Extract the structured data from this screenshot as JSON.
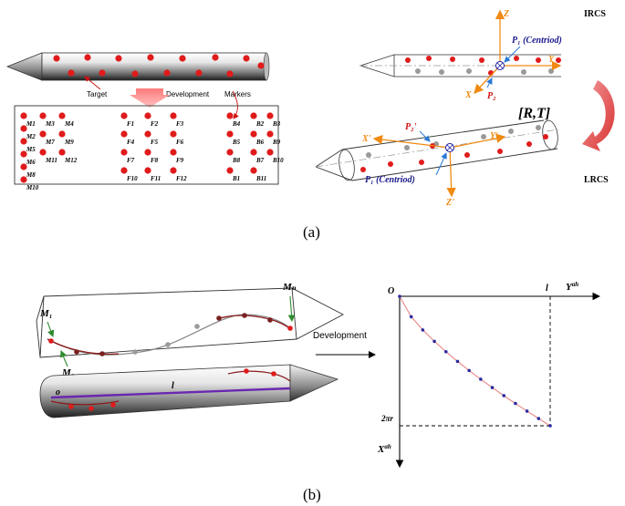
{
  "panel_a": {
    "caption": "(a)",
    "labels": {
      "target": "Target",
      "development": "Development",
      "markers": "Markers"
    },
    "grid_groups": {
      "M": [
        [
          "M1",
          "M2",
          "M5",
          "M6",
          "M8",
          "M10"
        ],
        [
          "M3",
          "M7",
          "M11"
        ],
        [
          "M4",
          "M9",
          "M12"
        ]
      ],
      "F": [
        [
          "F1",
          "F4",
          "F7",
          "F10"
        ],
        [
          "F2",
          "F5",
          "F8",
          "F11"
        ],
        [
          "F3",
          "F6",
          "F9",
          "F12"
        ]
      ],
      "B": [
        [
          "B4",
          "B5",
          "B8",
          "B1"
        ],
        [
          "B2",
          "B6",
          "B7",
          "B11"
        ],
        [
          "B3",
          "B9",
          "B10"
        ]
      ]
    },
    "irc": {
      "frame_label": "IRCS",
      "axis_z": "Z",
      "axis_y": "Y",
      "axis_x": "X",
      "p1": "P₁ (Centriod)",
      "p2": "P₂"
    },
    "lrc": {
      "frame_label": "LRCS",
      "axis_z": "Z'",
      "axis_y": "Y'",
      "axis_x": "X'",
      "p1": "P₁ (Centriod)",
      "p2": "P₂'"
    },
    "transform": "[R,T]"
  },
  "panel_b": {
    "caption": "(b)",
    "labels": {
      "m1": "M₁",
      "m2": "M₂",
      "mn": "Mₙ",
      "o": "o",
      "l": "l",
      "development": "Development"
    },
    "plot": {
      "origin": "O",
      "x_axis": "Y",
      "x_axis_sup": "ah",
      "y_axis": "X",
      "y_axis_sup": "ah",
      "x_mark": "l",
      "y_mark": "2πr"
    }
  },
  "colors": {
    "marker_red": "#e01b1b",
    "marker_gray": "#9a9a9a",
    "axis_orange": "#f08a12",
    "label_blue": "#1a1a8c",
    "curve_pink": "#e98686",
    "arrow_red": "#e25050"
  }
}
